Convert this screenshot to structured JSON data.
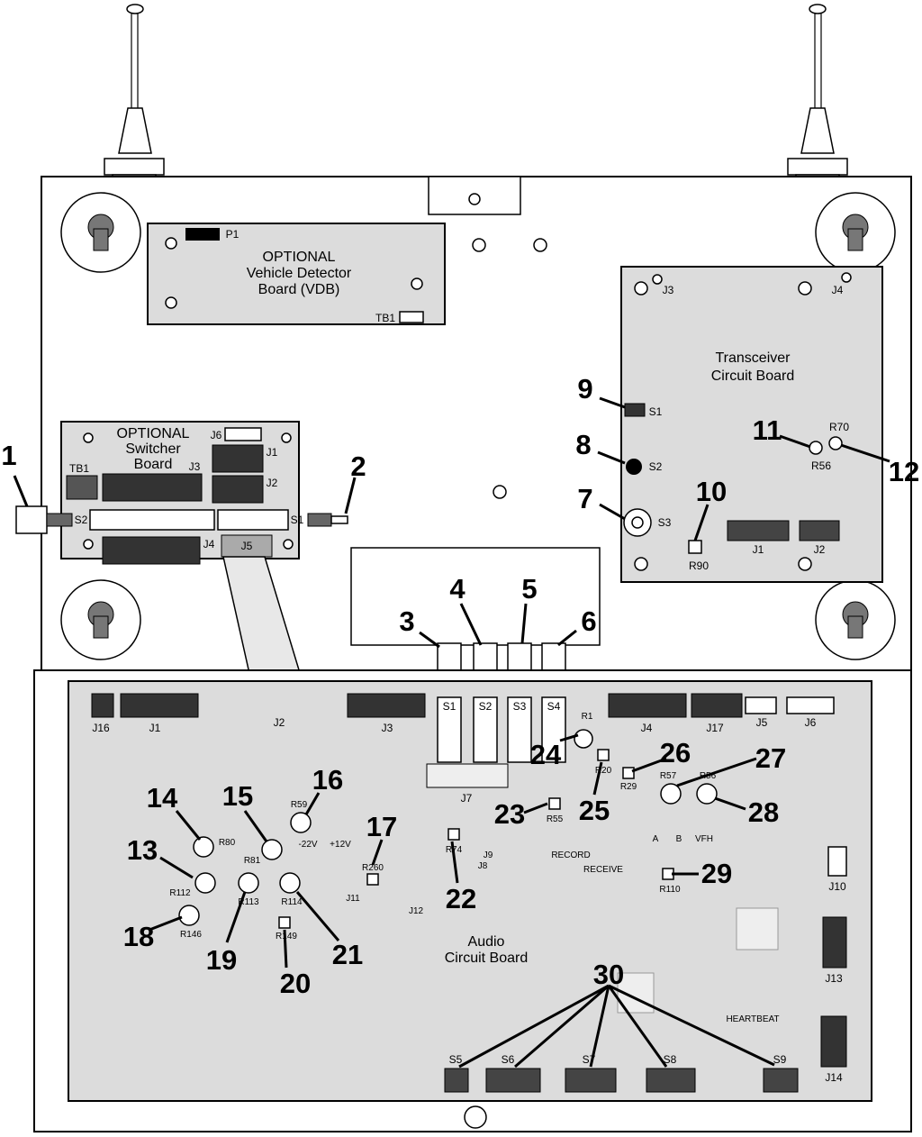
{
  "callouts": [
    "1",
    "2",
    "3",
    "4",
    "5",
    "6",
    "7",
    "8",
    "9",
    "10",
    "11",
    "12",
    "13",
    "14",
    "15",
    "16",
    "17",
    "18",
    "19",
    "20",
    "21",
    "22",
    "23",
    "24",
    "25",
    "26",
    "27",
    "28",
    "29",
    "30"
  ],
  "vdb": {
    "line1": "OPTIONAL",
    "line2": "Vehicle Detector",
    "line3": "Board (VDB)",
    "p1": "P1",
    "tb1": "TB1"
  },
  "switcher": {
    "line1": "OPTIONAL",
    "line2": "Switcher",
    "line3": "Board",
    "tb1": "TB1",
    "j1": "J1",
    "j2": "J2",
    "j3": "J3",
    "j4": "J4",
    "j5": "J5",
    "j6": "J6",
    "s1": "S1",
    "s2": "S2"
  },
  "transceiver": {
    "line1": "Transceiver",
    "line2": "Circuit Board",
    "j3": "J3",
    "j4": "J4",
    "j1": "J1",
    "j2": "J2",
    "s1": "S1",
    "s2": "S2",
    "s3": "S3",
    "r90": "R90",
    "r56": "R56",
    "r70": "R70"
  },
  "audio": {
    "line1": "Audio",
    "line2": "Circuit Board",
    "j16": "J16",
    "j1": "J1",
    "j2": "J2",
    "j3": "J3",
    "j4": "J4",
    "j17": "J17",
    "j5": "J5",
    "j6": "J6",
    "j7": "J7",
    "j8": "J8",
    "j9": "J9",
    "j10": "J10",
    "j11": "J11",
    "j12": "J12",
    "j13": "J13",
    "j14": "J14",
    "s1": "S1",
    "s2": "S2",
    "s3": "S3",
    "s4": "S4",
    "s5": "S5",
    "s6": "S6",
    "s7": "S7",
    "s8": "S8",
    "s9": "S9",
    "r1": "R1",
    "r20": "R20",
    "r29": "R29",
    "r57": "R57",
    "r56": "R56",
    "r55": "R55",
    "r74": "R74",
    "r110": "R110",
    "r59": "R59",
    "r80": "R80",
    "r81": "R81",
    "r112": "R112",
    "r113": "R113",
    "r114": "R114",
    "r146": "R146",
    "r149": "R149",
    "r260": "R260",
    "v22": "-22V",
    "v12": "+12V",
    "record": "RECORD",
    "receive": "RECEIVE",
    "a": "A",
    "b": "B",
    "vfh": "VFH",
    "heartbeat": "HEARTBEAT"
  }
}
